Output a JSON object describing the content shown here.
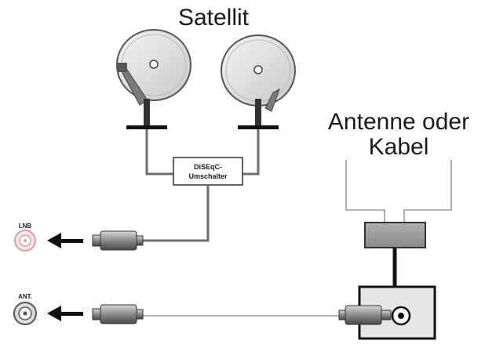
{
  "labels": {
    "satellite": "Satellit",
    "antenna_line1": "Antenne oder",
    "antenna_line2": "Kabel",
    "diseqc_line1": "DiSEqC-",
    "diseqc_line2": "Umschalter",
    "lnb_port": "LNB",
    "ant_port": "ANT."
  },
  "colors": {
    "lnb_port_ring": "#d9a0a8",
    "cable_gray": "#6e6e6e",
    "box_fill": "#9a9a9a",
    "arrow": "#111111"
  },
  "icons": [
    "satellite-dish-icon",
    "diseqc-switch-icon",
    "coax-plug-icon",
    "wall-socket-icon",
    "antenna-splitter-icon",
    "arrow-left-icon"
  ]
}
